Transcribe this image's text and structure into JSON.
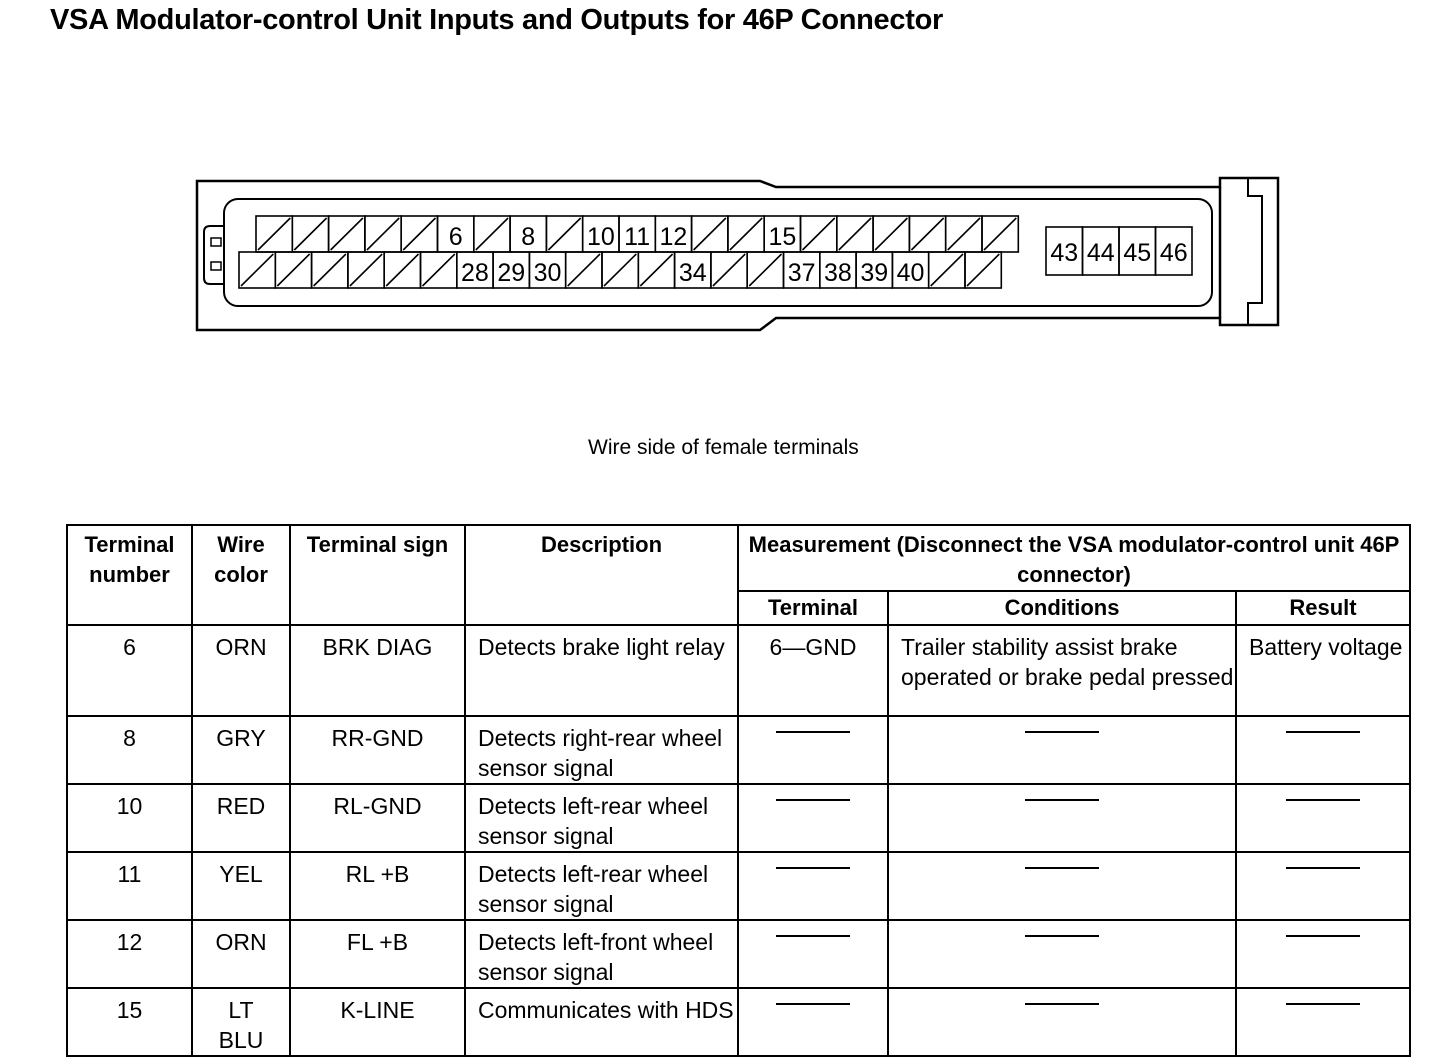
{
  "page": {
    "title": "VSA Modulator-control Unit Inputs and Outputs for 46P Connector",
    "caption": "Wire side of female terminals"
  },
  "connector": {
    "row1_labels": [
      "6",
      "8",
      "10",
      "11",
      "12",
      "15"
    ],
    "row2_labels": [
      "28",
      "29",
      "30",
      "34",
      "37",
      "38",
      "39",
      "40"
    ],
    "block_labels": [
      "43",
      "44",
      "45",
      "46"
    ]
  },
  "table": {
    "headers": {
      "terminal_number": "Terminal number",
      "wire_color": "Wire color",
      "terminal_sign": "Terminal sign",
      "description": "Description",
      "measurement": "Measurement (Disconnect the VSA modulator-control unit 46P connector)",
      "meas_terminal": "Terminal",
      "meas_conditions": "Conditions",
      "meas_result": "Result"
    },
    "rows": [
      {
        "terminal": "6",
        "wire": "ORN",
        "sign": "BRK DIAG",
        "description": "Detects brake light relay",
        "meas_terminal": "6—GND",
        "conditions": "Trailer stability assist brake operated or brake pedal pressed",
        "result": "Battery voltage"
      },
      {
        "terminal": "8",
        "wire": "GRY",
        "sign": "RR-GND",
        "description": "Detects right-rear wheel sensor signal",
        "meas_terminal": "——",
        "conditions": "——",
        "result": "——"
      },
      {
        "terminal": "10",
        "wire": "RED",
        "sign": "RL-GND",
        "description": "Detects left-rear wheel sensor signal",
        "meas_terminal": "——",
        "conditions": "——",
        "result": "——"
      },
      {
        "terminal": "11",
        "wire": "YEL",
        "sign": "RL +B",
        "description": "Detects left-rear wheel sensor signal",
        "meas_terminal": "——",
        "conditions": "——",
        "result": "——"
      },
      {
        "terminal": "12",
        "wire": "ORN",
        "sign": "FL +B",
        "description": "Detects left-front wheel sensor signal",
        "meas_terminal": "——",
        "conditions": "——",
        "result": "——"
      },
      {
        "terminal": "15",
        "wire": "LT BLU",
        "sign": "K-LINE",
        "description": "Communicates with HDS",
        "meas_terminal": "——",
        "conditions": "——",
        "result": "——"
      }
    ]
  }
}
